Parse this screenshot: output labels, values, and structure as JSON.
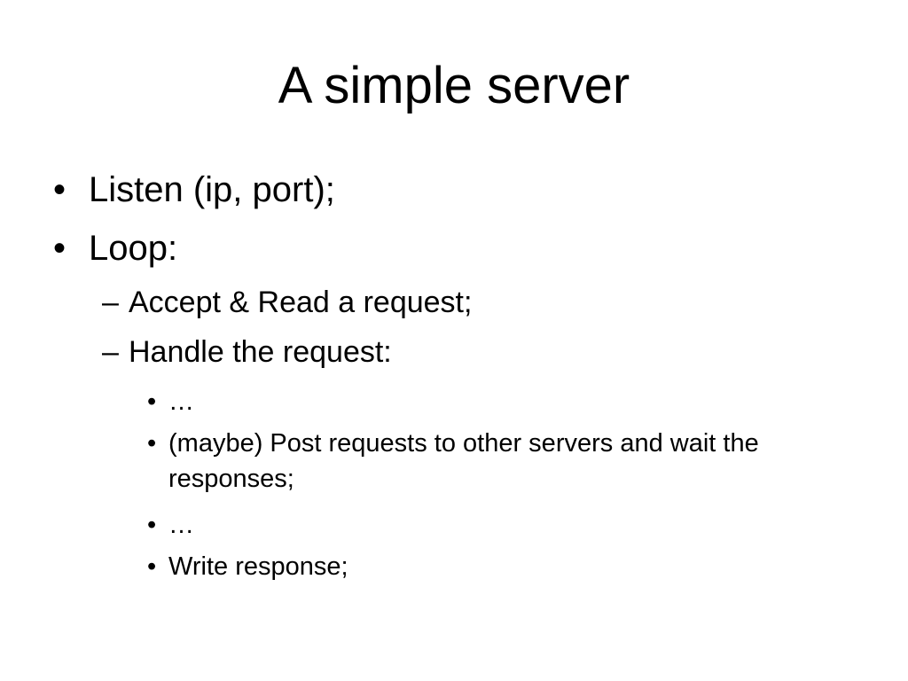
{
  "slide": {
    "title": "A simple server",
    "bullets": [
      {
        "marker": "•",
        "text": "Listen (ip, port);"
      },
      {
        "marker": "•",
        "text": "Loop:"
      }
    ],
    "sub_items": [
      {
        "marker": "–",
        "text": "Accept & Read a request;"
      },
      {
        "marker": "–",
        "text": "Handle the request:"
      }
    ],
    "sub_sub_items": [
      {
        "marker": "•",
        "text": "…"
      },
      {
        "marker": "•",
        "text": "(maybe) Post requests to other servers and wait the responses;"
      },
      {
        "marker": "•",
        "text": "…"
      },
      {
        "marker": "•",
        "text": "Write response;"
      }
    ]
  }
}
